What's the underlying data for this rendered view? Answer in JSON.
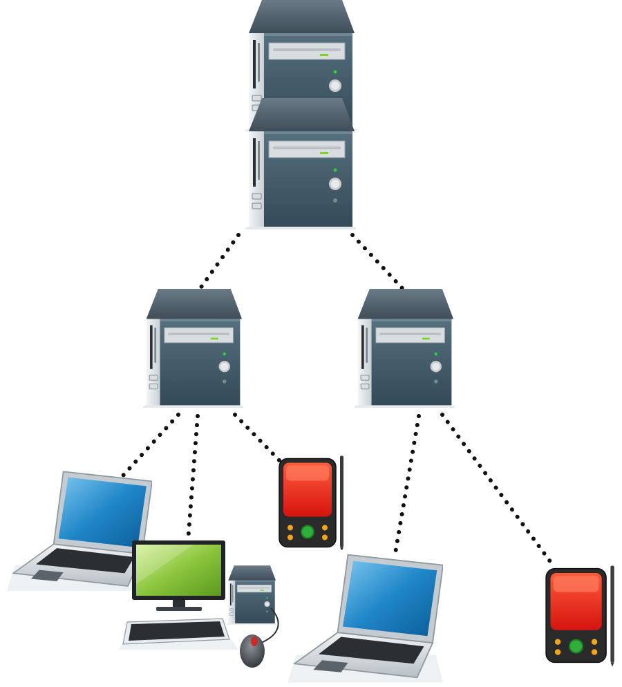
{
  "diagram": {
    "type": "network-topology",
    "labels_visible": false,
    "nodes": [
      {
        "id": "main-server-upper",
        "kind": "server-tower-icon",
        "tier": "root"
      },
      {
        "id": "main-server-lower",
        "kind": "server-tower-icon",
        "tier": "root"
      },
      {
        "id": "server-left",
        "kind": "server-tower-icon",
        "tier": "middle"
      },
      {
        "id": "server-right",
        "kind": "server-tower-icon",
        "tier": "middle"
      },
      {
        "id": "laptop-left",
        "kind": "laptop-icon",
        "tier": "client"
      },
      {
        "id": "desktop-pc",
        "kind": "desktop-computer-icon",
        "tier": "client"
      },
      {
        "id": "pda-left",
        "kind": "pda-icon",
        "tier": "client"
      },
      {
        "id": "laptop-right",
        "kind": "laptop-icon",
        "tier": "client"
      },
      {
        "id": "pda-right",
        "kind": "pda-icon",
        "tier": "client"
      }
    ],
    "connections": [
      {
        "from": "main-server-lower",
        "to": "server-left",
        "style": "dotted"
      },
      {
        "from": "main-server-lower",
        "to": "server-right",
        "style": "dotted"
      },
      {
        "from": "server-left",
        "to": "laptop-left",
        "style": "dotted"
      },
      {
        "from": "server-left",
        "to": "desktop-pc",
        "style": "dotted"
      },
      {
        "from": "server-left",
        "to": "pda-left",
        "style": "dotted"
      },
      {
        "from": "server-right",
        "to": "laptop-right",
        "style": "dotted"
      },
      {
        "from": "server-right",
        "to": "pda-right",
        "style": "dotted"
      }
    ],
    "colors": {
      "server_top": "#4a5a66",
      "server_front": "#3f5665",
      "server_side": "#e8ecee",
      "laptop_screen": "#1f86c8",
      "monitor_screen": "#8cc63e",
      "pda_screen": "#e3231d",
      "pda_body": "#2a2a2a",
      "pda_button": "#2fae3b",
      "pda_keys": "#f2a51c",
      "connection_dots": "#111111"
    }
  }
}
